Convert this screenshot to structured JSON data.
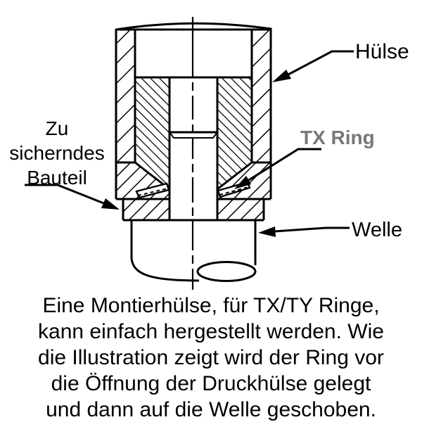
{
  "figure": {
    "type": "technical-cross-section",
    "labels": {
      "huelse": "Hülse",
      "tx_ring": "TX Ring",
      "welle": "Welle",
      "bauteil": {
        "line1": "Zu",
        "line2": "sicherndes",
        "line3": "Bauteil"
      }
    },
    "colors": {
      "line": "#000000",
      "background": "#ffffff",
      "tx_ring_label": "#787878"
    }
  },
  "caption": {
    "lines": [
      "Eine Montierhülse, für TX/TY Ringe,",
      "kann einfach hergestellt werden. Wie",
      "die Illustration zeigt wird der Ring vor",
      "die Öffnung der Druckhülse gelegt",
      "und dann auf die Welle geschoben."
    ]
  }
}
